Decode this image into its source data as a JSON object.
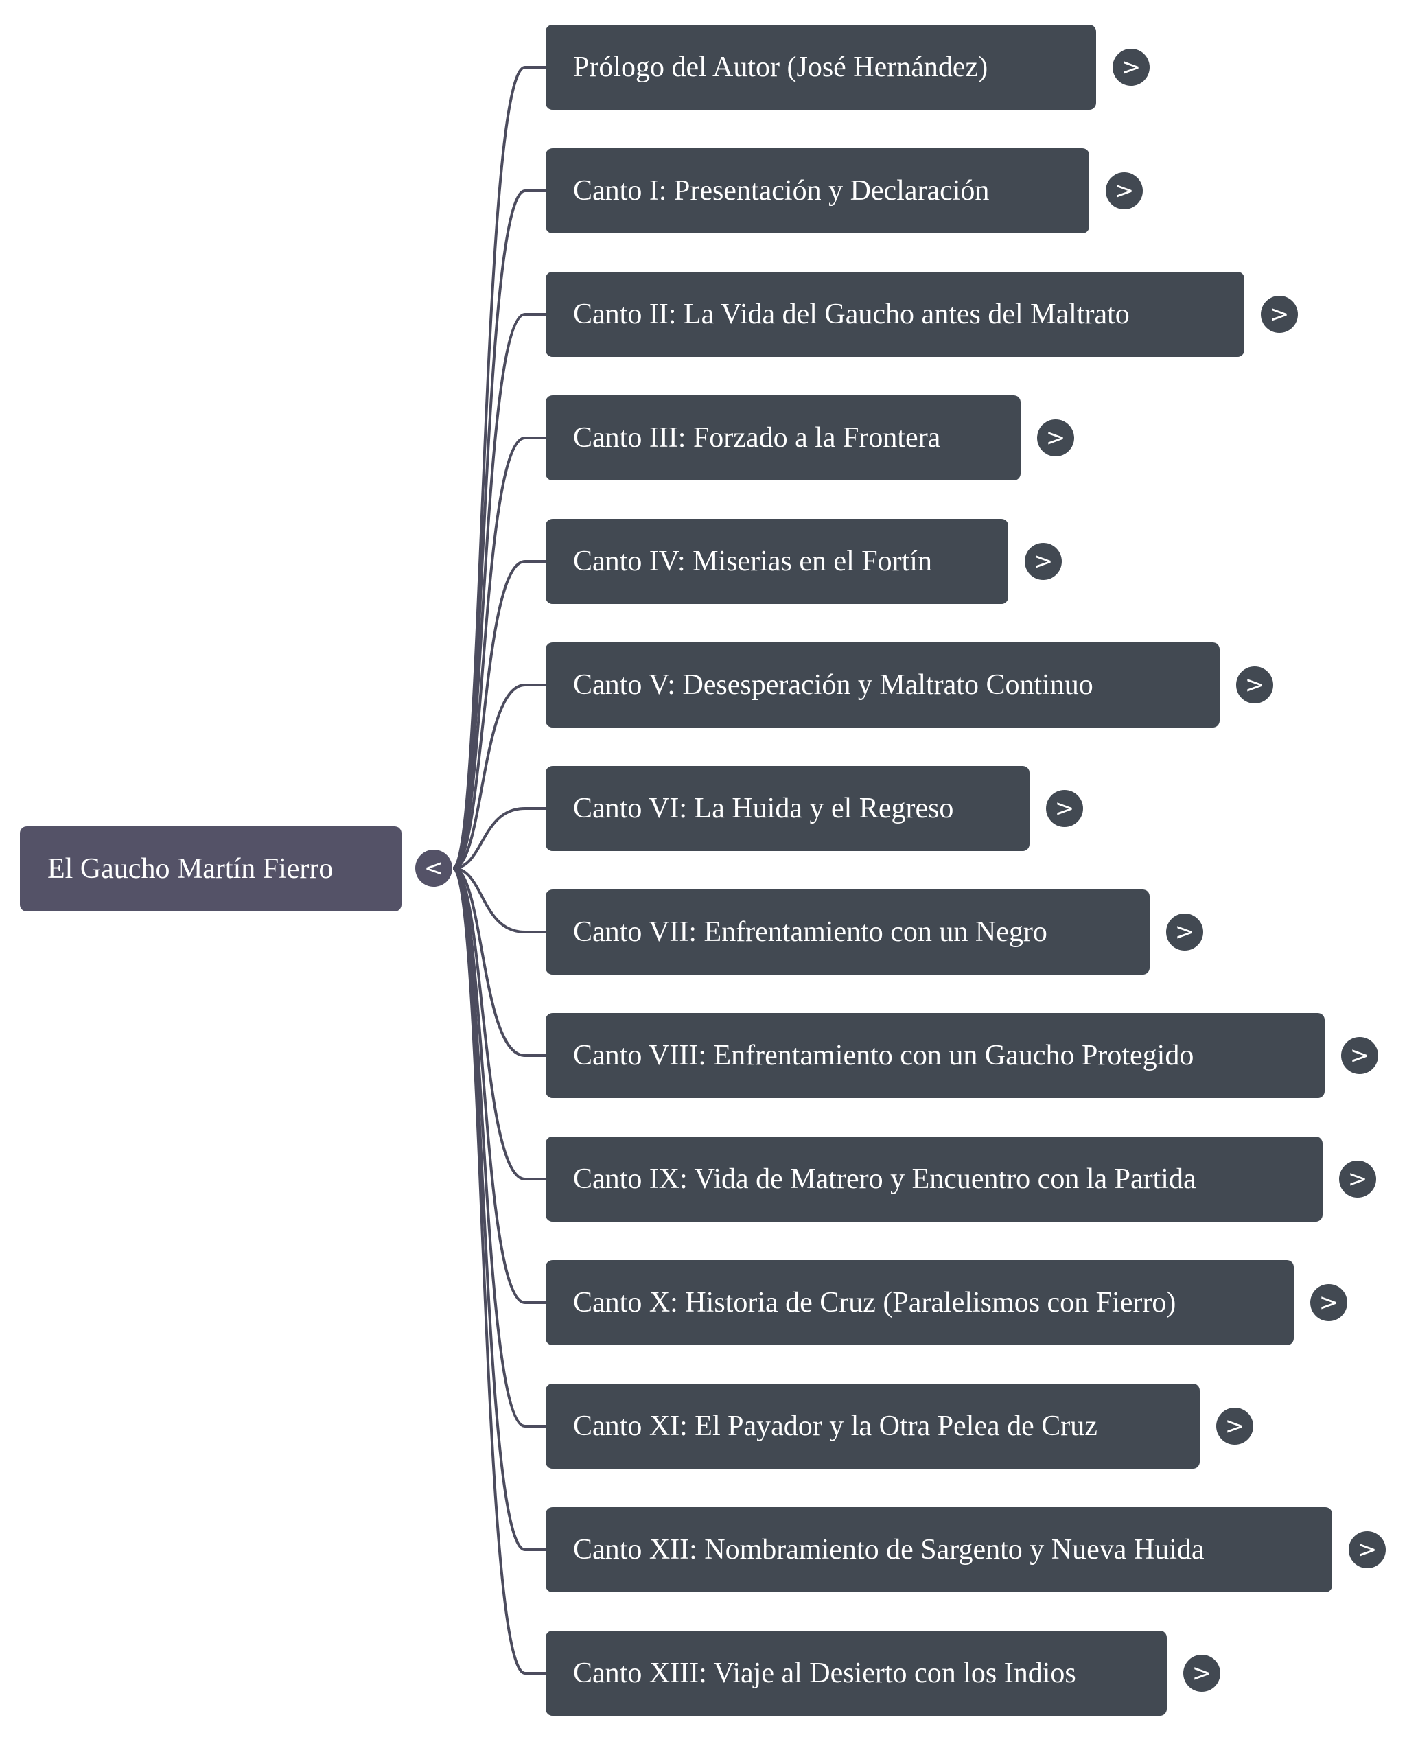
{
  "root": {
    "label": "El Gaucho Martín Fierro",
    "collapse_glyph": "<"
  },
  "expand_glyph": ">",
  "children": [
    {
      "label": "Prólogo del Autor (José Hernández)"
    },
    {
      "label": "Canto I: Presentación y Declaración"
    },
    {
      "label": "Canto II: La Vida del Gaucho antes del Maltrato"
    },
    {
      "label": "Canto III: Forzado a la Frontera"
    },
    {
      "label": "Canto IV: Miserias en el Fortín"
    },
    {
      "label": "Canto V: Desesperación y Maltrato Continuo"
    },
    {
      "label": "Canto VI: La Huida y el Regreso"
    },
    {
      "label": "Canto VII: Enfrentamiento con un Negro"
    },
    {
      "label": "Canto VIII: Enfrentamiento con un Gaucho Protegido"
    },
    {
      "label": "Canto IX: Vida de Matrero y Encuentro con la Partida"
    },
    {
      "label": "Canto X: Historia de Cruz (Paralelismos con Fierro)"
    },
    {
      "label": "Canto XI: El Payador y la Otra Pelea de Cruz"
    },
    {
      "label": "Canto XII: Nombramiento de Sargento y Nueva Huida"
    },
    {
      "label": "Canto XIII: Viaje al Desierto con los Indios"
    }
  ],
  "colors": {
    "node_fill": "#424952",
    "root_fill": "#545267",
    "connector": "#4c4c5e",
    "text": "#ffffff"
  }
}
